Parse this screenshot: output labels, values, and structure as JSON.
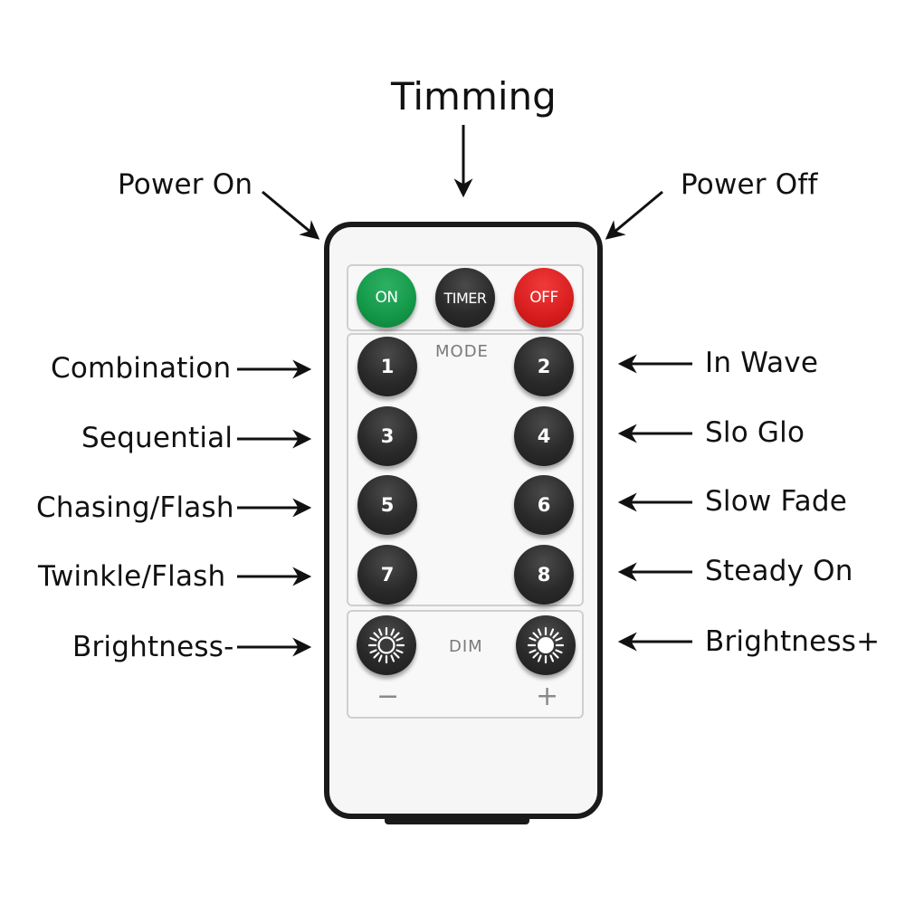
{
  "title": "Timming",
  "labels": {
    "power_on": "Power On",
    "power_off": "Power Off",
    "combination": "Combination",
    "sequential": "Sequential",
    "chasing_flash": "Chasing/Flash",
    "twinkle_flash": "Twinkle/Flash",
    "brightness_minus": "Brightness-",
    "in_wave": "In Wave",
    "slo_glo": "Slo Glo",
    "slow_fade": "Slow Fade",
    "steady_on": "Steady On",
    "brightness_plus": "Brightness+"
  },
  "remote": {
    "top_buttons": {
      "on": "ON",
      "timer": "TIMER",
      "off": "OFF"
    },
    "mode_label": "MODE",
    "mode_buttons": [
      "1",
      "2",
      "3",
      "4",
      "5",
      "6",
      "7",
      "8"
    ],
    "dim_label": "DIM",
    "minus": "−",
    "plus": "+",
    "colors": {
      "on": "#139848",
      "off": "#d81d1d",
      "body": "#1a1a1a",
      "button": "#2a2a2a"
    }
  }
}
